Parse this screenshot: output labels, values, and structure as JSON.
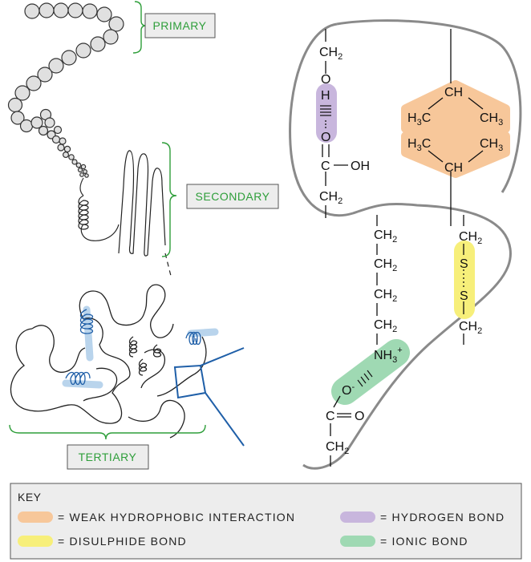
{
  "labels": {
    "primary": "PRIMARY",
    "secondary": "SECONDARY",
    "tertiary": "TERTIARY"
  },
  "chemistry": {
    "ch2": "CH",
    "sub2": "2",
    "sub3": "3",
    "o": "O",
    "h": "H",
    "c": "C",
    "oh": "OH",
    "ch": "CH",
    "h3c": "H",
    "c_after_h3": "C",
    "ch3": "CH",
    "s": "S",
    "nh": "NH",
    "plus": "+",
    "minus": "-"
  },
  "key": {
    "title": "KEY",
    "items": [
      {
        "label": "= WEAK  HYDROPHOBIC  INTERACTION",
        "color": "#f7c79a"
      },
      {
        "label": "= HYDROGEN  BOND",
        "color": "#c8b6dd"
      },
      {
        "label": "= DISULPHIDE  BOND",
        "color": "#f7ef7a"
      },
      {
        "label": "= IONIC  BOND",
        "color": "#9fd9b3"
      }
    ]
  },
  "colors": {
    "green": "#2e9e3a",
    "blue_outline": "#1f5fa8",
    "helix_glow": "#b9d4ec",
    "region_gray": "#8a8a8a",
    "key_bg": "#ededed"
  }
}
